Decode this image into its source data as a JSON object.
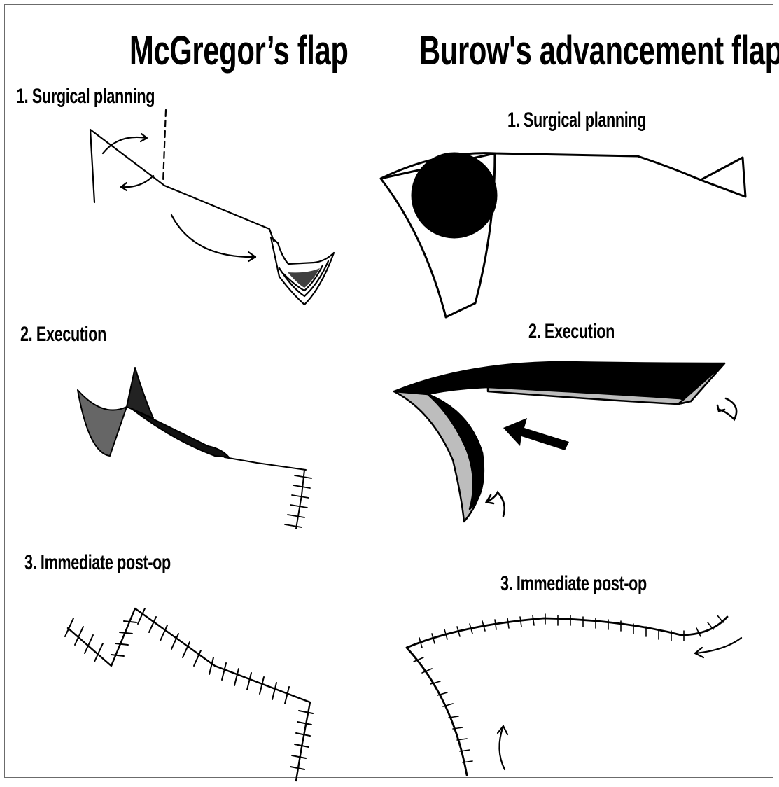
{
  "columns": [
    {
      "title": "McGregor’s flap",
      "steps": [
        "1. Surgical planning",
        "2. Execution",
        "3. Immediate post-op"
      ]
    },
    {
      "title": "Burow's advancement flap",
      "steps": [
        "1. Surgical planning",
        "2. Execution",
        "3. Immediate post-op"
      ]
    }
  ],
  "colors": {
    "ink": "#000000",
    "gray_fill": "#bdbdbd",
    "frame": "#6b6b6b",
    "background": "#ffffff"
  }
}
